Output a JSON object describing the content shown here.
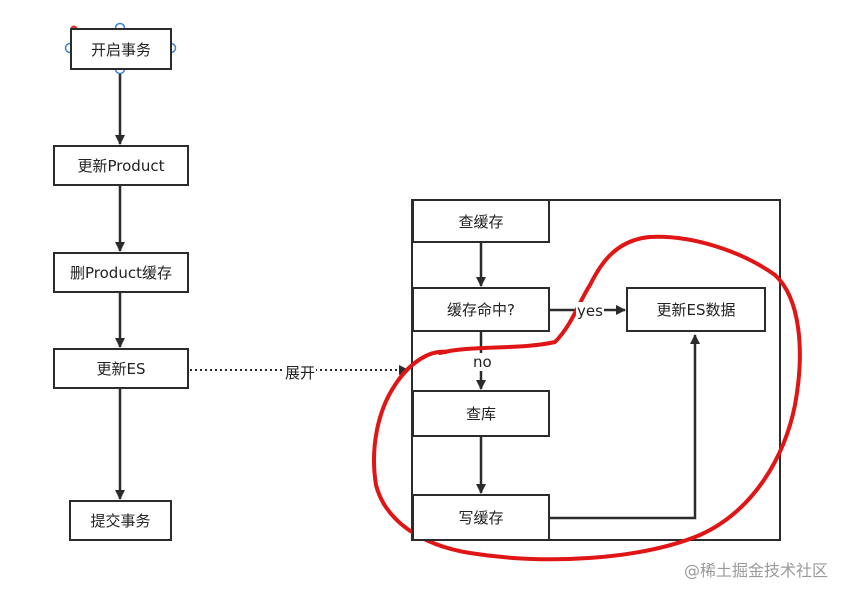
{
  "nodes": {
    "start_tx": "开启事务",
    "update_product": "更新Product",
    "delete_product_cache": "删Product缓存",
    "update_es": "更新ES",
    "commit_tx": "提交事务",
    "check_cache": "查缓存",
    "cache_hit": "缓存命中?",
    "update_es_data": "更新ES数据",
    "query_db": "查库",
    "write_cache": "写缓存"
  },
  "edge_labels": {
    "expand": "展开",
    "yes": "yes",
    "no": "no"
  },
  "watermark": "@稀土掘金技术社区",
  "colors": {
    "stroke": "#2b2b2b",
    "highlight": "#e01515",
    "handle": "#3b82d6",
    "handle_active": "#e03030"
  }
}
